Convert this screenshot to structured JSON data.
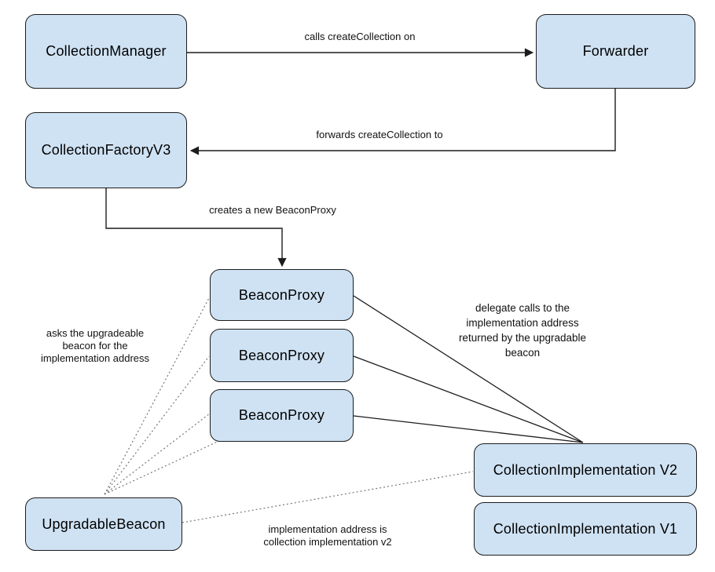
{
  "diagram": {
    "nodes": {
      "collection_manager": {
        "label": "CollectionManager"
      },
      "forwarder": {
        "label": "Forwarder"
      },
      "collection_factory": {
        "label": "CollectionFactoryV3"
      },
      "beacon_proxy_1": {
        "label": "BeaconProxy"
      },
      "beacon_proxy_2": {
        "label": "BeaconProxy"
      },
      "beacon_proxy_3": {
        "label": "BeaconProxy"
      },
      "upgradable_beacon": {
        "label": "UpgradableBeacon"
      },
      "collection_impl_v2": {
        "label": "CollectionImplementation V2"
      },
      "collection_impl_v1": {
        "label": "CollectionImplementation V1"
      }
    },
    "edge_labels": {
      "calls_create_collection": "calls createCollection on",
      "forwards_create_collection": "forwards createCollection to",
      "creates_beacon_proxy": "creates a new BeaconProxy",
      "delegate_calls": "delegate calls to the\nimplementation address\nreturned by the upgradable\nbeacon",
      "asks_beacon": "asks the upgradeable\nbeacon for the\nimplementation address",
      "impl_address_is": "implementation address is\ncollection implementation v2"
    },
    "colors": {
      "background": "#ffffff",
      "node_fill": "#cfe2f3",
      "node_border": "#1c1c1c",
      "solid_edge": "#1c1c1c",
      "dotted_edge": "#777777",
      "text": "#000000"
    }
  }
}
